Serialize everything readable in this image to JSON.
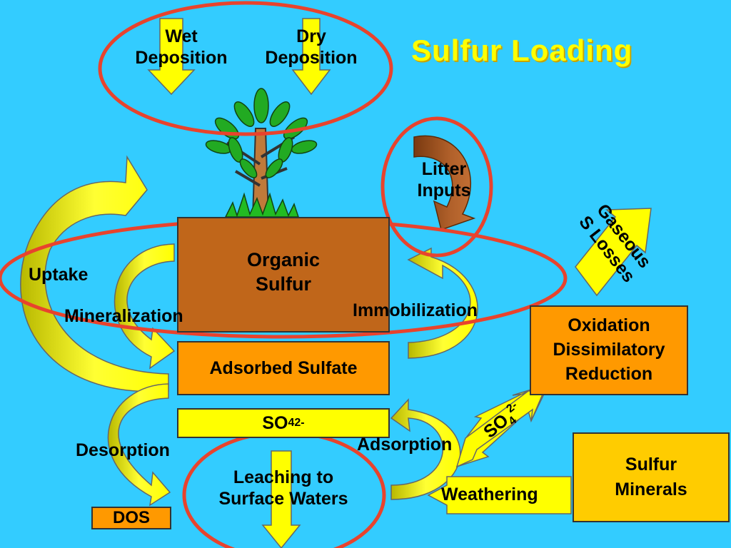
{
  "title": "Sulfur Loading",
  "colors": {
    "background": "#33ccff",
    "title": "#ffff00",
    "organic_box": "#c0661a",
    "orange_box": "#ff9900",
    "yellow_box": "#ffff00",
    "sulfur_box": "#ffcc00",
    "arrow_yellow": "#ffff00",
    "arrow_dark": "#b0b000",
    "litter_arrow": "#a0521c",
    "ellipse_red": "#e8432d"
  },
  "labels": {
    "wet_deposition": [
      "Wet",
      "Deposition"
    ],
    "dry_deposition": [
      "Dry",
      "Deposition"
    ],
    "litter_inputs": [
      "Litter",
      "Inputs"
    ],
    "gaseous_losses": [
      "Gaseous",
      "S Losses"
    ],
    "uptake": "Uptake",
    "mineralization": "Mineralization",
    "immobilization": "Immobilization",
    "desorption": "Desorption",
    "adsorption": "Adsorption",
    "weathering": "Weathering",
    "leaching": [
      "Leaching to",
      "Surface Waters"
    ],
    "so4_diag_base": "SO",
    "so4_diag_sub": "4",
    "so4_diag_sup": "2-"
  },
  "boxes": {
    "organic_sulfur": [
      "Organic",
      "Sulfur"
    ],
    "adsorbed_sulfate": "Adsorbed Sulfate",
    "so4": {
      "base": "SO",
      "sub": "4",
      "sup": "2-"
    },
    "oxidation": [
      "Oxidation",
      "Dissimilatory",
      "Reduction"
    ],
    "sulfur_minerals": [
      "Sulfur",
      "Minerals"
    ],
    "dos": "DOS"
  }
}
